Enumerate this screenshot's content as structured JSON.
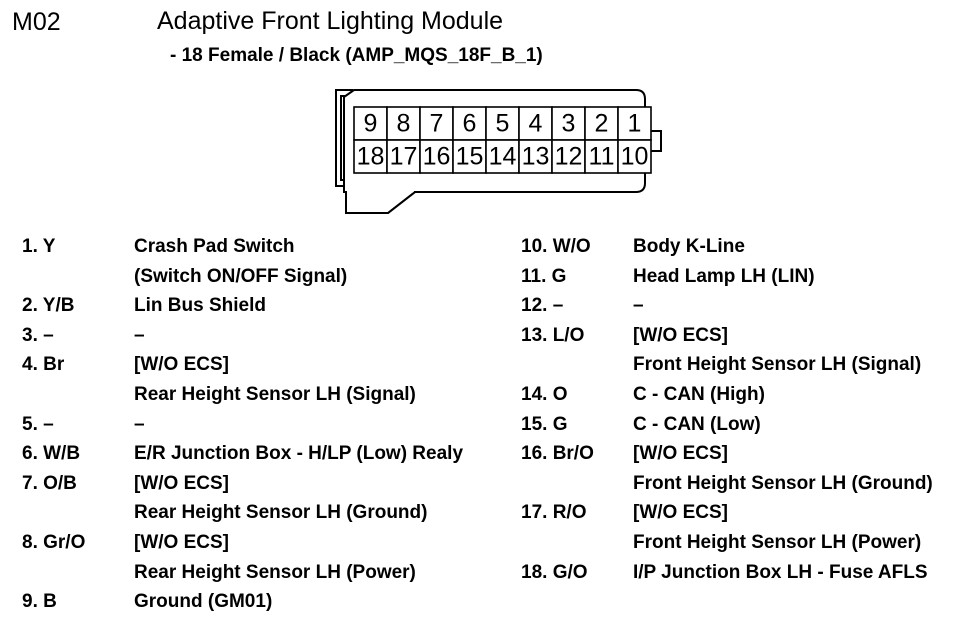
{
  "header": {
    "module_code": "M02",
    "title": "Adaptive Front Lighting Module",
    "subtitle": "- 18 Female / Black (AMP_MQS_18F_B_1)"
  },
  "connector": {
    "name": "18-way female connector",
    "top_row_pins": [
      "9",
      "8",
      "7",
      "6",
      "5",
      "4",
      "3",
      "2",
      "1"
    ],
    "bottom_row_pins": [
      "18",
      "17",
      "16",
      "15",
      "14",
      "13",
      "12",
      "11",
      "10"
    ],
    "outline_color": "#000000",
    "fill_color": "#ffffff"
  },
  "pinout": {
    "left_column": [
      {
        "label": "1. Y",
        "lines": [
          "Crash Pad Switch",
          "(Switch ON/OFF Signal)"
        ]
      },
      {
        "label": "2. Y/B",
        "lines": [
          "Lin Bus Shield"
        ]
      },
      {
        "label": "3. –",
        "lines": [
          "–"
        ]
      },
      {
        "label": "4. Br",
        "lines": [
          "[W/O ECS]",
          "Rear Height Sensor LH (Signal)"
        ]
      },
      {
        "label": "5. –",
        "lines": [
          "–"
        ]
      },
      {
        "label": "6. W/B",
        "lines": [
          "E/R Junction Box - H/LP (Low) Realy"
        ]
      },
      {
        "label": "7. O/B",
        "lines": [
          "[W/O ECS]",
          "Rear Height Sensor LH (Ground)"
        ]
      },
      {
        "label": "8. Gr/O",
        "lines": [
          "[W/O ECS]",
          "Rear Height Sensor LH (Power)"
        ]
      },
      {
        "label": "9. B",
        "lines": [
          "Ground (GM01)"
        ]
      }
    ],
    "right_column": [
      {
        "label": "10. W/O",
        "lines": [
          "Body K-Line"
        ]
      },
      {
        "label": "11. G",
        "lines": [
          "Head Lamp LH (LIN)"
        ]
      },
      {
        "label": "12. –",
        "lines": [
          "–"
        ]
      },
      {
        "label": "13. L/O",
        "lines": [
          "[W/O ECS]",
          "Front Height Sensor LH (Signal)"
        ]
      },
      {
        "label": "14. O",
        "lines": [
          "C - CAN (High)"
        ]
      },
      {
        "label": "15. G",
        "lines": [
          "C - CAN (Low)"
        ]
      },
      {
        "label": "16. Br/O",
        "lines": [
          "[W/O ECS]",
          "Front Height Sensor LH (Ground)"
        ]
      },
      {
        "label": "17. R/O",
        "lines": [
          "[W/O ECS]",
          "Front Height Sensor LH (Power)"
        ]
      },
      {
        "label": "18. G/O",
        "lines": [
          "I/P Junction Box LH - Fuse AFLS"
        ]
      }
    ]
  }
}
